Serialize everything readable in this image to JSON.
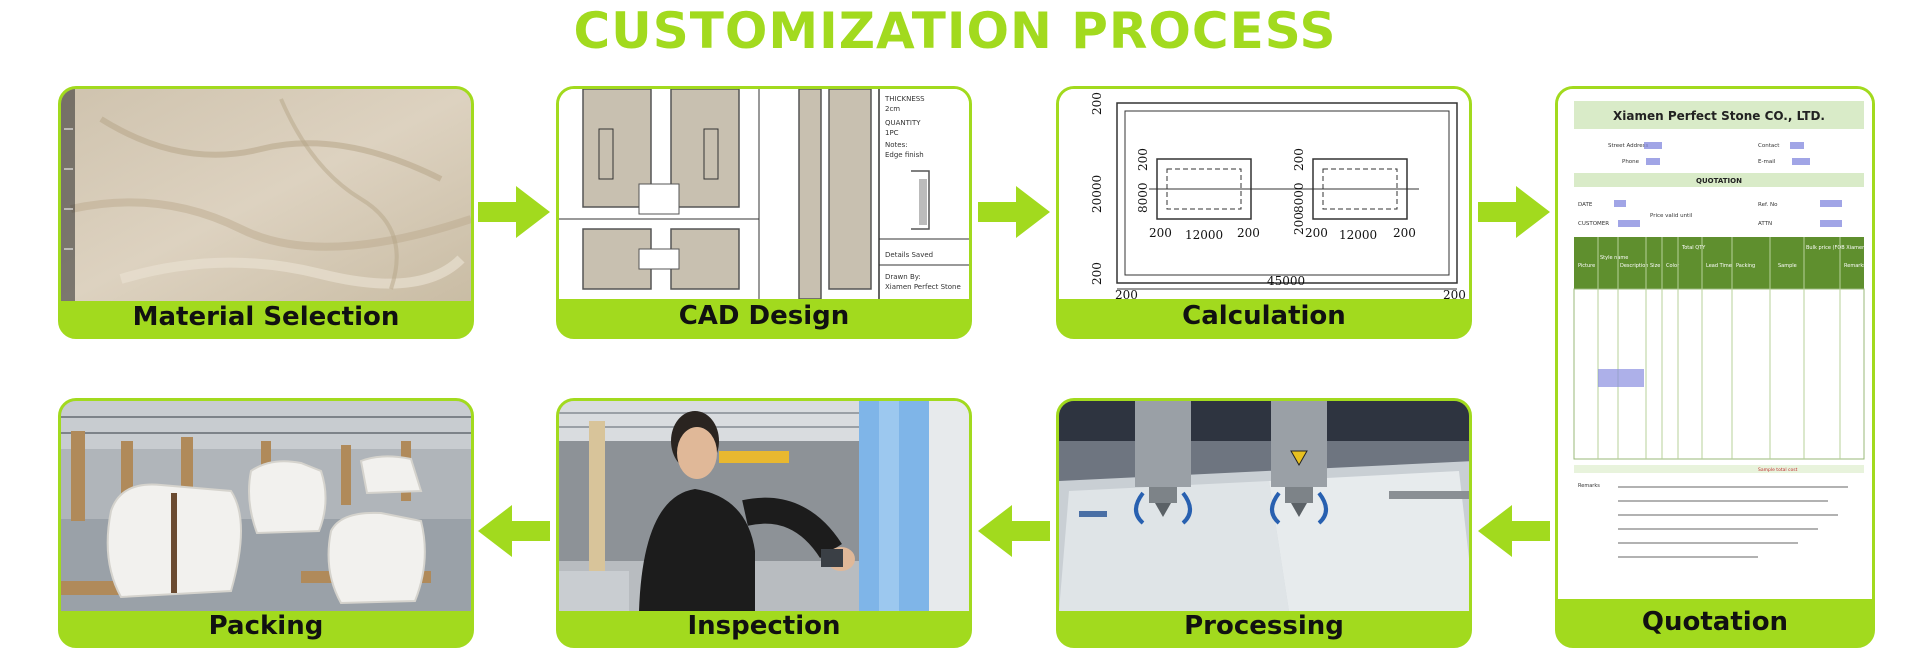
{
  "title": "CUSTOMIZATION PROCESS",
  "accent": "#a2da1e",
  "steps": [
    {
      "label": "Material Selection",
      "image": "marble-slab-photo"
    },
    {
      "label": "CAD Design",
      "image": "cad-drawing"
    },
    {
      "label": "Calculation",
      "image": "dimension-drawing"
    },
    {
      "label": "Quotation",
      "image": "quotation-document"
    },
    {
      "label": "Processing",
      "image": "cnc-cutting-photo"
    },
    {
      "label": "Inspection",
      "image": "worker-inspecting-photo"
    },
    {
      "label": "Packing",
      "image": "packed-slabs-photo"
    }
  ],
  "cad": {
    "notes": [
      "THICKNESS",
      "2cm",
      "QUANTITY",
      "1PC",
      "Notes:",
      "Edge finish",
      "Details Saved",
      "Drawn By:",
      "Xiamen Perfect Stone"
    ]
  },
  "calc": {
    "dims": [
      "200",
      "20000",
      "8000",
      "200",
      "200",
      "12000",
      "200",
      "200",
      "8000",
      "200",
      "200",
      "12000",
      "200",
      "200",
      "45000",
      "200",
      "200"
    ]
  },
  "quotation": {
    "company": "Xiamen Perfect Stone CO., LTD.",
    "heading": "QUOTATION",
    "fields": [
      "Street Address",
      "Phone",
      "Contact",
      "E-mail",
      "DATE",
      "CUSTOMER",
      "Price valid until",
      "Ref. No",
      "ATTN"
    ],
    "columns": [
      "Picture",
      "Style name",
      "Description",
      "Size",
      "Color",
      "Total QTY",
      "Lead Time",
      "Packing",
      "Sample",
      "Bulk price (FOB Xiamen)",
      "Remarks"
    ],
    "total_label": "Sample total cost",
    "remarks_label": "Remarks"
  }
}
